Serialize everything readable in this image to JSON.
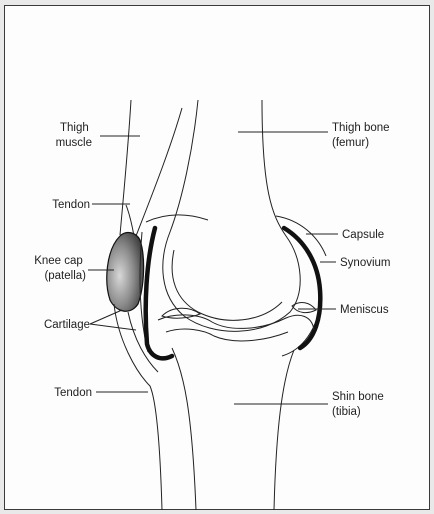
{
  "labels": {
    "thigh_muscle": [
      "Thigh",
      "muscle"
    ],
    "tendon_upper": "Tendon",
    "knee_cap": [
      "Knee cap",
      "(patella)"
    ],
    "cartilage": "Cartilage",
    "tendon_lower": "Tendon",
    "thigh_bone": [
      "Thigh bone",
      "(femur)"
    ],
    "capsule": "Capsule",
    "synovium": "Synovium",
    "meniscus": "Meniscus",
    "shin_bone": [
      "Shin bone",
      "(tibia)"
    ]
  },
  "colors": {
    "ink": "#222222",
    "paper": "#fdfdfd",
    "outside": "#e9e9e9"
  }
}
